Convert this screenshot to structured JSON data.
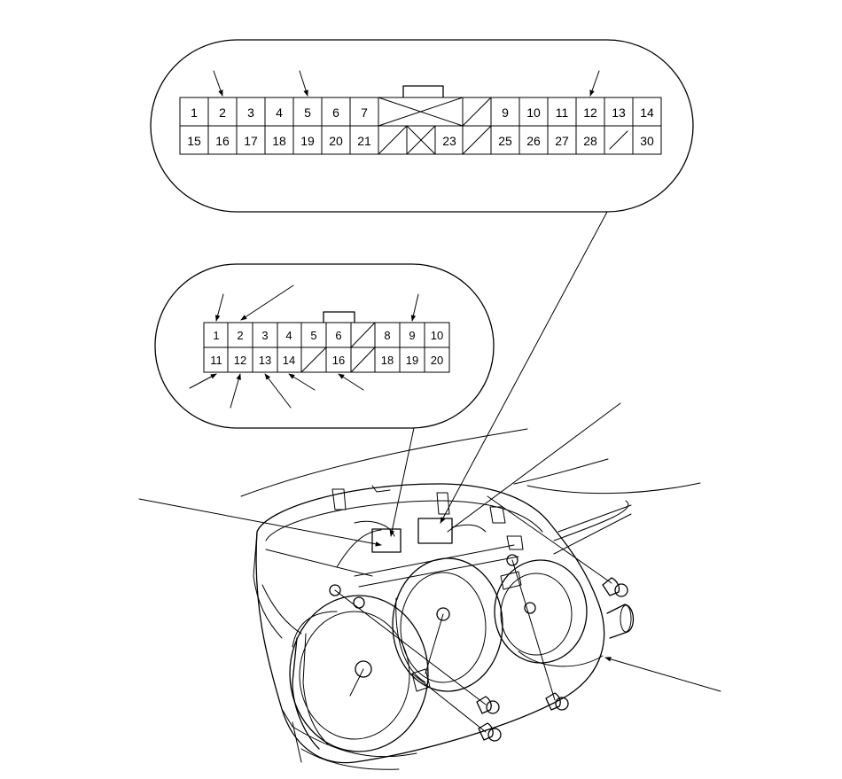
{
  "connector_30": {
    "top_row": [
      "1",
      "2",
      "3",
      "4",
      "5",
      "6",
      "7",
      "",
      "",
      "9",
      "10",
      "11",
      "12",
      "13",
      "14"
    ],
    "bottom_row": [
      "15",
      "16",
      "17",
      "18",
      "19",
      "20",
      "21",
      "",
      "23",
      "",
      "25",
      "26",
      "27",
      "28",
      "",
      "30"
    ]
  },
  "connector_20": {
    "top_row": [
      "1",
      "2",
      "3",
      "4",
      "5",
      "6",
      "",
      "8",
      "9",
      "10"
    ],
    "bottom_row": [
      "11",
      "12",
      "13",
      "14",
      "",
      "16",
      "",
      "18",
      "19",
      "20"
    ]
  }
}
